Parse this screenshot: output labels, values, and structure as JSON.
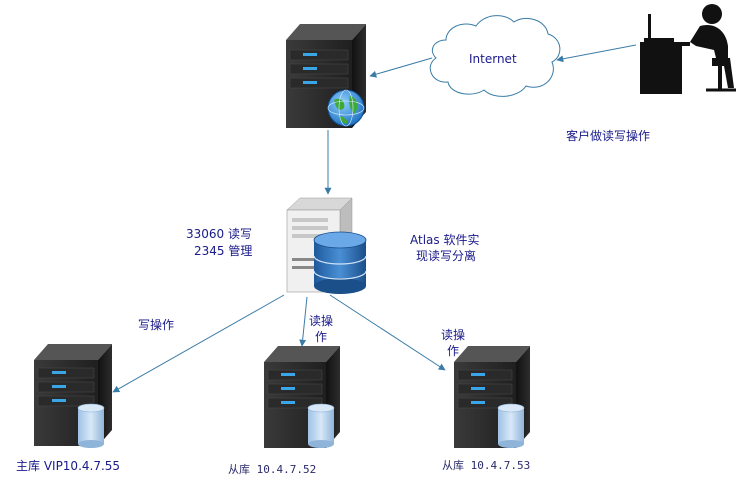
{
  "cloud": {
    "label": "Internet"
  },
  "client": {
    "label": "客户做读写操作"
  },
  "proxy": {
    "ports_line1": "33060  读写",
    "ports_line2": "2345  管理",
    "desc_line1": "Atlas 软件实",
    "desc_line2": "现读写分离"
  },
  "edges": {
    "write": "写操作",
    "read1_line1": "读操",
    "read1_line2": "作",
    "read2_line1": "读操",
    "read2_line2": "作"
  },
  "nodes": {
    "master": "主库  VIP10.4.7.55",
    "slave1": "从库  10.4.7.52",
    "slave2": "从库  10.4.7.53"
  },
  "colors": {
    "arrow": "#3a7ca8",
    "server_dark": "#2b2b2b",
    "server_mid": "#404040",
    "led": "#3aa6e8",
    "db_blue": "#b9d4ee",
    "text": "#1a1a8a"
  }
}
